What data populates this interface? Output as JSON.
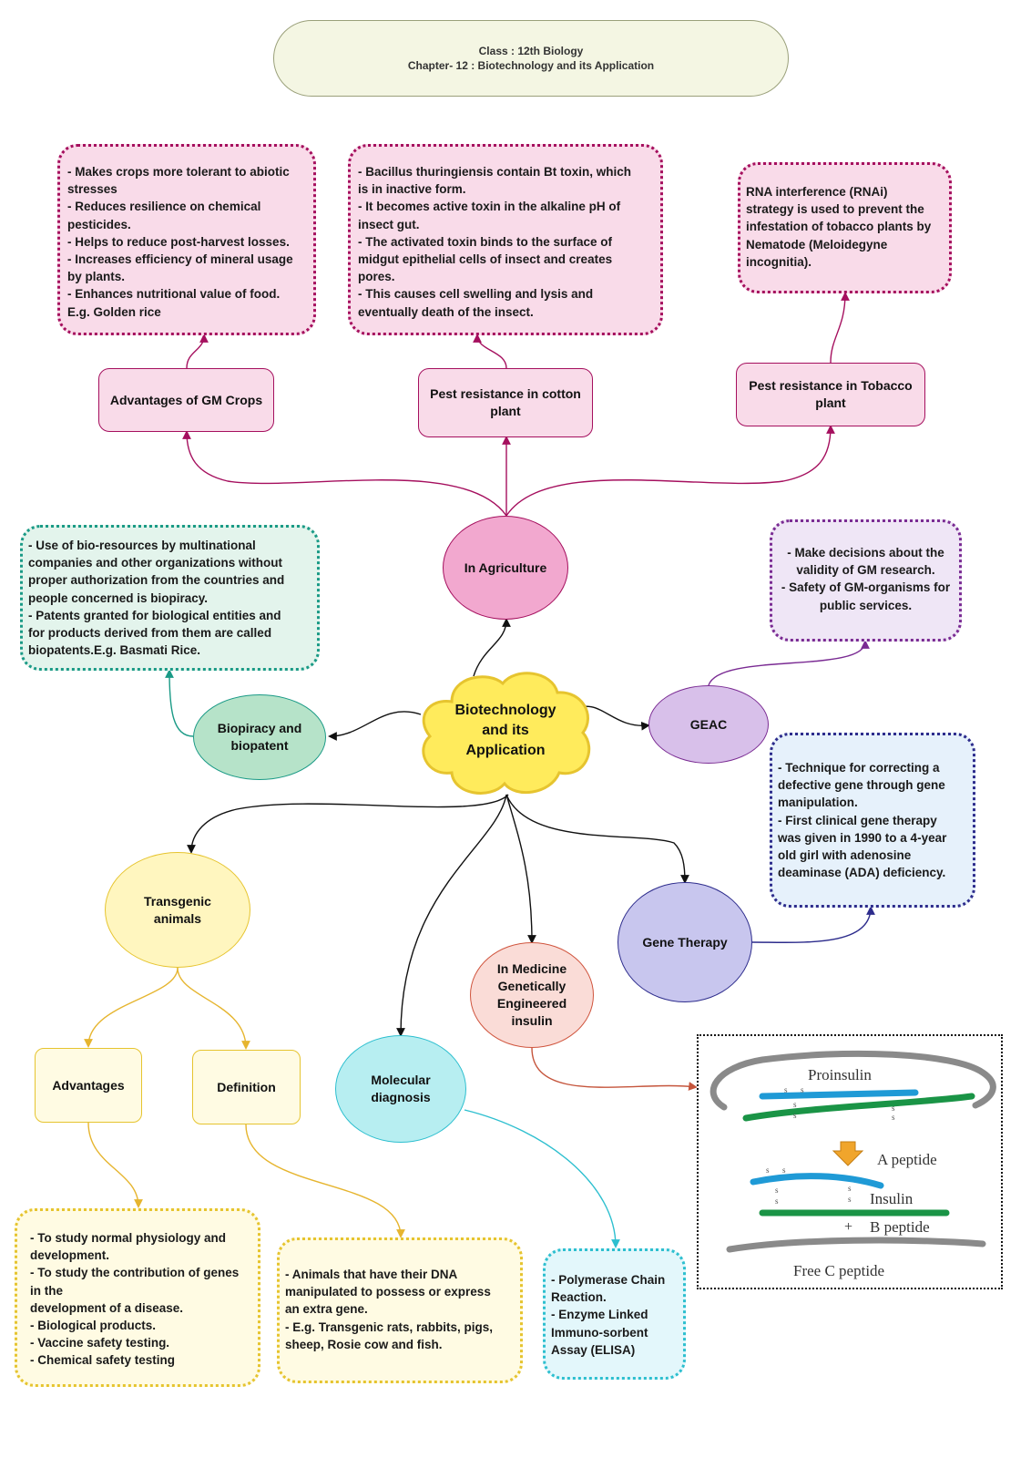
{
  "header": {
    "line1": "Class : 12th Biology",
    "line2": "Chapter- 12 : Biotechnology and its Application"
  },
  "central": {
    "lines": [
      "Biotechnology",
      "and its",
      "Application"
    ]
  },
  "agriculture": {
    "hub": "In Agriculture",
    "gm_crops": {
      "label": "Advantages of GM Crops",
      "details": [
        "- Makes crops more tolerant to abiotic",
        "stresses",
        "- Reduces resilience on chemical",
        "pesticides.",
        "- Helps to reduce post-harvest losses.",
        "- Increases efficiency of mineral usage",
        "by plants.",
        "- Enhances nutritional value of food.",
        "E.g. Golden rice"
      ]
    },
    "cotton": {
      "label": "Pest resistance in cotton plant",
      "details": [
        "- Bacillus thuringiensis contain Bt toxin, which",
        "is in inactive form.",
        "- It becomes active toxin in the alkaline pH of",
        "insect gut.",
        "- The activated toxin binds to the surface of",
        "midgut epithelial cells of insect and creates",
        "pores.",
        "- This causes cell swelling and lysis and",
        "eventually death of the insect."
      ]
    },
    "tobacco": {
      "label": "Pest resistance in Tobacco plant",
      "details": [
        "RNA interference (RNAi)",
        "strategy is used to prevent the",
        "infestation of tobacco plants by",
        "Nematode (Meloidegyne",
        "incognitia)."
      ]
    }
  },
  "biopiracy": {
    "label": "Biopiracy and biopatent",
    "details": [
      "- Use of bio-resources by multinational",
      "companies and other organizations without",
      "proper authorization from the countries and",
      "people concerned is biopiracy.",
      "- Patents granted for biological entities and",
      "for products derived from them are called",
      "biopatents.E.g. Basmati Rice."
    ]
  },
  "geac": {
    "label": "GEAC",
    "details": [
      "- Make decisions about the",
      "validity of GM research.",
      "- Safety of GM-organisms for",
      "public services."
    ]
  },
  "gene_therapy": {
    "label": "Gene Therapy",
    "details": [
      "- Technique for correcting a",
      "defective gene through gene",
      "manipulation.",
      "- First clinical gene therapy",
      "was given in 1990 to a 4-year",
      "old girl with adenosine",
      "deaminase (ADA) deficiency."
    ]
  },
  "medicine": {
    "lines": [
      "In Medicine",
      "Genetically",
      "Engineered",
      "insulin"
    ]
  },
  "insulin_figure": {
    "proinsulin": "Proinsulin",
    "a_peptide": "A peptide",
    "insulin": "Insulin",
    "plus": "+",
    "b_peptide": "B peptide",
    "c_peptide": "Free C peptide",
    "s_mark": "s"
  },
  "molecular": {
    "label": "Molecular diagnosis",
    "details": [
      "- Polymerase Chain",
      "Reaction.",
      "- Enzyme Linked",
      "Immuno-sorbent",
      "Assay (ELISA)"
    ]
  },
  "transgenic": {
    "label": "Transgenic animals",
    "advantages_label": "Advantages",
    "definition_label": "Definition",
    "advantages": [
      "- To study normal physiology and",
      "development.",
      "- To study the contribution of genes",
      "in the",
      "development of a disease.",
      "- Biological products.",
      "- Vaccine safety testing.",
      "- Chemical safety testing"
    ],
    "definition": [
      "- Animals that have their DNA",
      "manipulated to possess or express",
      "an extra gene.",
      "- E.g. Transgenic rats, rabbits, pigs,",
      "sheep, Rosie cow and fish."
    ]
  },
  "colors": {
    "pink": "#f9dbe9",
    "pink_border": "#a50f5e",
    "agri_hub": "#f2a8cf",
    "teal_fill": "#e3f4ec",
    "teal_border": "#1a9a86",
    "bio_node": "#b6e3c9",
    "lavender_fill": "#efe6f6",
    "purple_border": "#7a2b93",
    "geac_node": "#d8c0ea",
    "gene_node": "#c8c6ee",
    "gene_box_fill": "#e6f1fb",
    "gene_box_border": "#2d2c8c",
    "yellow_fill": "#fffbe3",
    "yellow_border": "#e6c42f",
    "transgenic_node": "#fff6bf",
    "cyan_fill": "#e3f7fb",
    "cyan_border": "#2dbfcf",
    "molecular_node": "#b7eef1",
    "salmon_node": "#fadcd7",
    "salmon_border": "#d0553e",
    "cloud": "#ffeb5c",
    "header": "#f4f6e3"
  }
}
